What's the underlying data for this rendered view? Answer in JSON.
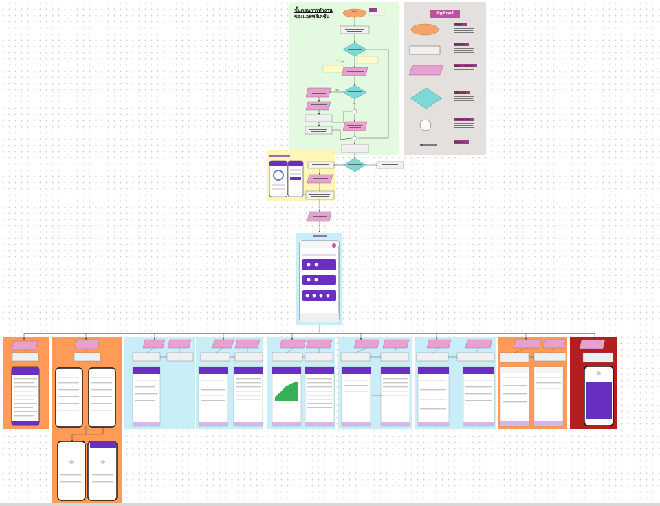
{
  "flow_title": "ขั้นตอนการทำงาน\nของแอพพลิเคชัน",
  "legend_title": "สัญลักษณ์",
  "flow": {
    "start": "Start",
    "yes": "YES",
    "no": "No"
  },
  "legend": [
    {
      "name": "START",
      "shape": "ellipse",
      "color": "#f4a46b"
    },
    {
      "name": "PROCESS",
      "shape": "rect",
      "color": "#f0f0f0"
    },
    {
      "name": "INPUT / OUTPUT",
      "shape": "parallelogram",
      "color": "#e9a3d2"
    },
    {
      "name": "DECISION",
      "shape": "diamond",
      "color": "#7dd8d8"
    },
    {
      "name": "CONNECTOR",
      "shape": "circle",
      "color": "#ffffff"
    },
    {
      "name": "ARROW",
      "shape": "arrow",
      "color": "#111111"
    }
  ],
  "colors": {
    "flow_bg": "#e4fae0",
    "legend_bg": "#e3e0de",
    "login_bg": "#fff6b8",
    "home_bg": "#c9eef7",
    "orange_bg": "#ff9b57",
    "red_bg": "#b51e1e",
    "purple": "#6a2fc2",
    "decision": "#7dd8d8",
    "io": "#e6a1cf"
  },
  "sections": [
    {
      "color": "orange"
    },
    {
      "color": "orange"
    },
    {
      "color": "blue"
    },
    {
      "color": "blue"
    },
    {
      "color": "blue"
    },
    {
      "color": "blue"
    },
    {
      "color": "blue"
    },
    {
      "color": "orange"
    },
    {
      "color": "red"
    }
  ]
}
